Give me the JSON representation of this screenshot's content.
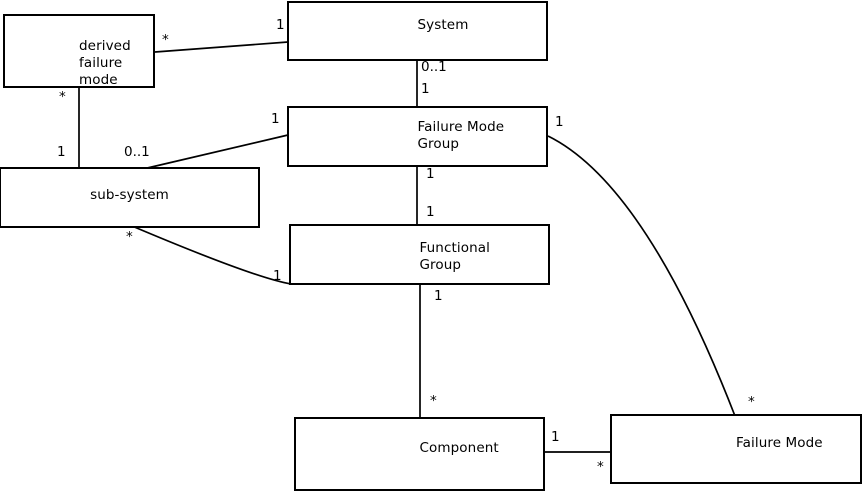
{
  "diagram": {
    "type": "uml-class-diagram",
    "background_color": "#ffffff",
    "line_color": "#000000",
    "text_color": "#000000",
    "entities": {
      "derived_failure_mode": {
        "lines": [
          "derived",
          "failure",
          "mode"
        ]
      },
      "system": {
        "lines": [
          "System"
        ]
      },
      "failure_mode_group": {
        "lines": [
          "Failure Mode",
          "Group"
        ]
      },
      "sub_system": {
        "lines": [
          "sub-system"
        ]
      },
      "functional_group": {
        "lines": [
          "Functional",
          "Group"
        ]
      },
      "component": {
        "lines": [
          "Component"
        ]
      },
      "failure_mode": {
        "lines": [
          "Failure Mode"
        ]
      }
    },
    "relations": [
      {
        "from": "system",
        "to": "derived_failure_mode",
        "from_mult": "1",
        "to_mult": "*"
      },
      {
        "from": "derived_failure_mode",
        "to": "sub_system",
        "from_mult": "*",
        "to_mult": "1"
      },
      {
        "from": "system",
        "to": "failure_mode_group",
        "from_mult": "0..1",
        "to_mult": "1"
      },
      {
        "from": "failure_mode_group",
        "to": "sub_system",
        "from_mult": "1",
        "to_mult": "0..1"
      },
      {
        "from": "failure_mode_group",
        "to": "functional_group",
        "from_mult": "1",
        "to_mult": "1"
      },
      {
        "from": "sub_system",
        "to": "functional_group",
        "from_mult": "*",
        "to_mult": "1"
      },
      {
        "from": "functional_group",
        "to": "component",
        "from_mult": "1",
        "to_mult": "*"
      },
      {
        "from": "component",
        "to": "failure_mode",
        "from_mult": "1",
        "to_mult": "*"
      },
      {
        "from": "failure_mode_group",
        "to": "failure_mode",
        "from_mult": "1",
        "to_mult": "*"
      }
    ]
  }
}
